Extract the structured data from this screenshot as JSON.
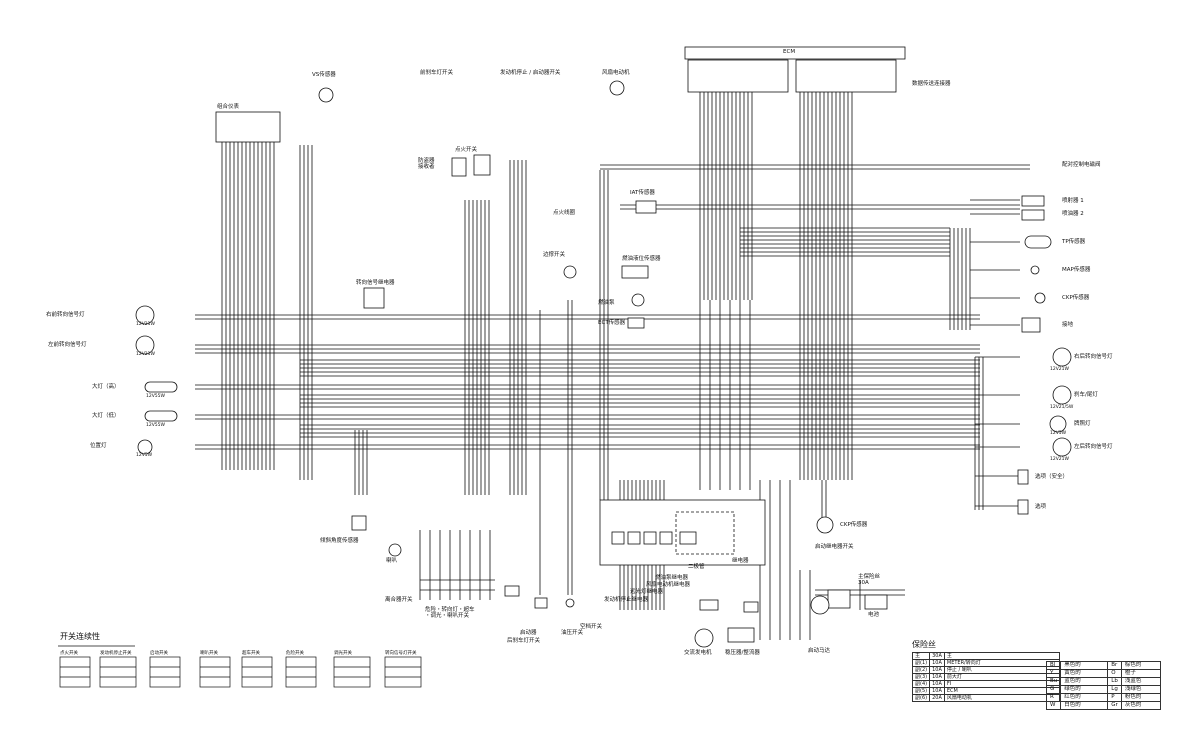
{
  "labels": {
    "ecm_top": "ECM",
    "vs_sensor": "VS传感器",
    "meter": "组合仪表",
    "front_brake_switch": "前刹车灯开关",
    "engine_stop_switch": "发动机停止 / 启动器开关",
    "fan_motor": "风扇电动机",
    "o2_connector": "数据传送连接器",
    "ignition_switch": "点火开关",
    "immobilizer": "防盗器\n接收者",
    "ignition_coil": "点火线圈",
    "iat_sensor": "IAT传感器",
    "side_stand_switch": "边撑开关",
    "fuel_pump_unit": "燃油液位传感器",
    "fuel_pump": "燃油泵",
    "ect_sensor": "ECT传感器",
    "injector_1": "喷射器 1",
    "injector_2": "喷油器 2",
    "tp_sensor": "TP传感器",
    "map_sensor": "MAP传感器",
    "ckp_sensor_right": "CKP传感器",
    "ground_top": "接地",
    "secondary_air": "配对控制电磁阀",
    "turn_relay": "转向信号继电器",
    "rf_turn": "右前转向信号灯",
    "lf_turn": "左前转向信号灯",
    "headlight_hi": "大灯（高）",
    "headlight_lo": "大灯（低）",
    "position_light": "位置灯",
    "rr_turn": "右后转向信号灯",
    "tail_brake": "刹车/尾灯",
    "license_light": "牌照灯",
    "lr_turn": "左后转向信号灯",
    "relay_safety": "选项（安全）",
    "relay_opt": "选项",
    "tilt_sensor": "倾斜角度传感器",
    "horn": "喇叭",
    "clutch_switch": "离合器开关",
    "handlebar_switch": "危险・转向灯・超车\n・调光・喇叭开关",
    "neutral_switch": "空档开关",
    "rear_brake_switch": "后刹车灯开关",
    "starter_relay_label": "启动器",
    "oil_pressure_switch": "油压开关",
    "alternator": "交流发电机",
    "regulator": "稳压器/整流器",
    "starter_motor": "启动马达",
    "battery": "电池",
    "main_fuse": "主保险丝\n30A",
    "starter_relay_switch": "启动继电器开关",
    "ckp_bottom": "CKP传感器",
    "relay_box": "继电器",
    "fan_relay": "风扇电动机继电器",
    "headlight_relay": "远光灯继电器",
    "starter_cut_relay": "发动机停止继电器",
    "fuel_cut_relay": "燃油泵继电器",
    "diode": "二极管",
    "switch_title": "开关连续性",
    "fuse_title": "保险丝"
  },
  "bulbs": {
    "rf_turn": "12V21W",
    "lf_turn": "12V21W",
    "headlight_hi": "12V55W",
    "headlight_lo": "12V55W",
    "position_light": "12V5W",
    "rr_turn": "12V21W",
    "tail_brake": "12V21/5W",
    "license_light": "12V5W",
    "lr_turn": "12V21W"
  },
  "switches": [
    {
      "label": "点火开关"
    },
    {
      "label": "发动机停止开关"
    },
    {
      "label": "启动开关"
    },
    {
      "label": "喇叭开关"
    },
    {
      "label": "超车开关"
    },
    {
      "label": "危险开关"
    },
    {
      "label": "调光开关"
    },
    {
      "label": "转向信号灯开关"
    }
  ],
  "fuses": [
    {
      "code": "主",
      "amp": "30A",
      "desc": "主"
    },
    {
      "code": "副(1)",
      "amp": "10A",
      "desc": "METER/转向灯"
    },
    {
      "code": "副(2)",
      "amp": "10A",
      "desc": "停止 / 喇叭"
    },
    {
      "code": "副(3)",
      "amp": "10A",
      "desc": "前大灯"
    },
    {
      "code": "副(4)",
      "amp": "10A",
      "desc": "FI"
    },
    {
      "code": "副(5)",
      "amp": "10A",
      "desc": "ECM"
    },
    {
      "code": "副(6)",
      "amp": "20A",
      "desc": "风扇电动机"
    }
  ],
  "colors": [
    {
      "code": "Bl",
      "name": "黑色的",
      "code2": "Br",
      "name2": "棕色的"
    },
    {
      "code": "Y",
      "name": "黄色的",
      "code2": "O",
      "name2": "橙子"
    },
    {
      "code": "Bu",
      "name": "蓝色的",
      "code2": "Lb",
      "name2": "浅蓝色"
    },
    {
      "code": "G",
      "name": "绿色的",
      "code2": "Lg",
      "name2": "浅绿色"
    },
    {
      "code": "R",
      "name": "红色的",
      "code2": "P",
      "name2": "粉色的"
    },
    {
      "code": "W",
      "name": "白色的",
      "code2": "Gr",
      "name2": "灰色的"
    }
  ]
}
